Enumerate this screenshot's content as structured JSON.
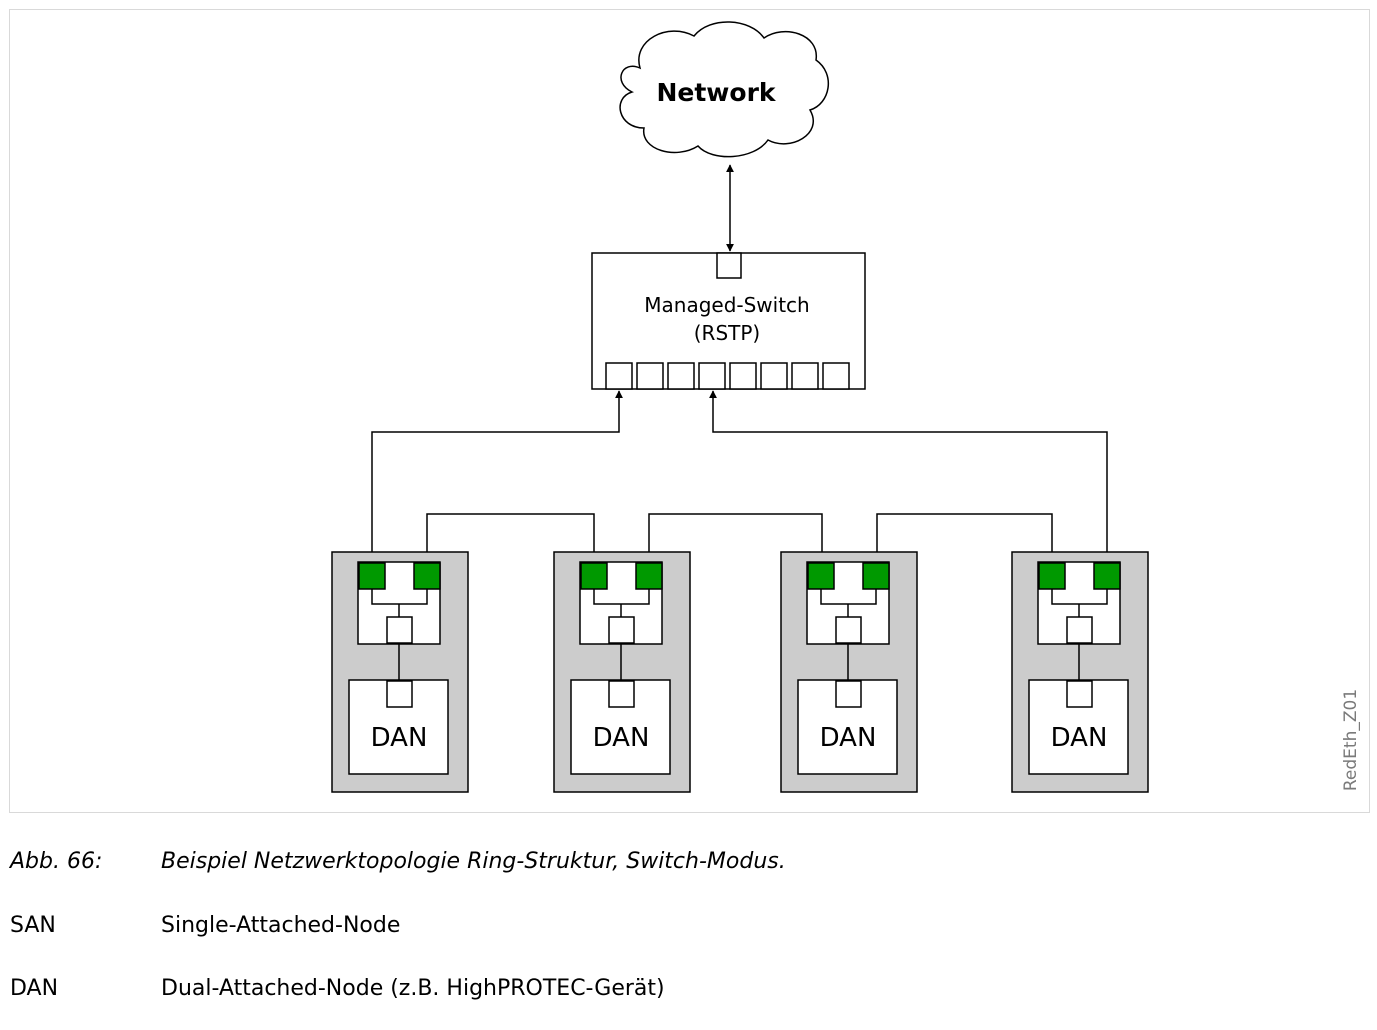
{
  "figure": {
    "cloud_label": "Network",
    "switch_label_line1": "Managed-Switch",
    "switch_label_line2": "(RSTP)",
    "node_label": "DAN",
    "node_count": 4,
    "switch_port_count": 8,
    "watermark": "RedEth_Z01",
    "colors": {
      "port_active": "#009900",
      "node_fill": "#cccccc",
      "line": "#000000"
    }
  },
  "caption": {
    "number": "Abb. 66:",
    "text": "Beispiel Netzwerktopologie Ring-Struktur, Switch-Modus."
  },
  "definitions": [
    {
      "term": "SAN",
      "description": "Single-Attached-Node"
    },
    {
      "term": "DAN",
      "description": "Dual-Attached-Node (z.B. HighPROTEC-Gerät)"
    }
  ]
}
